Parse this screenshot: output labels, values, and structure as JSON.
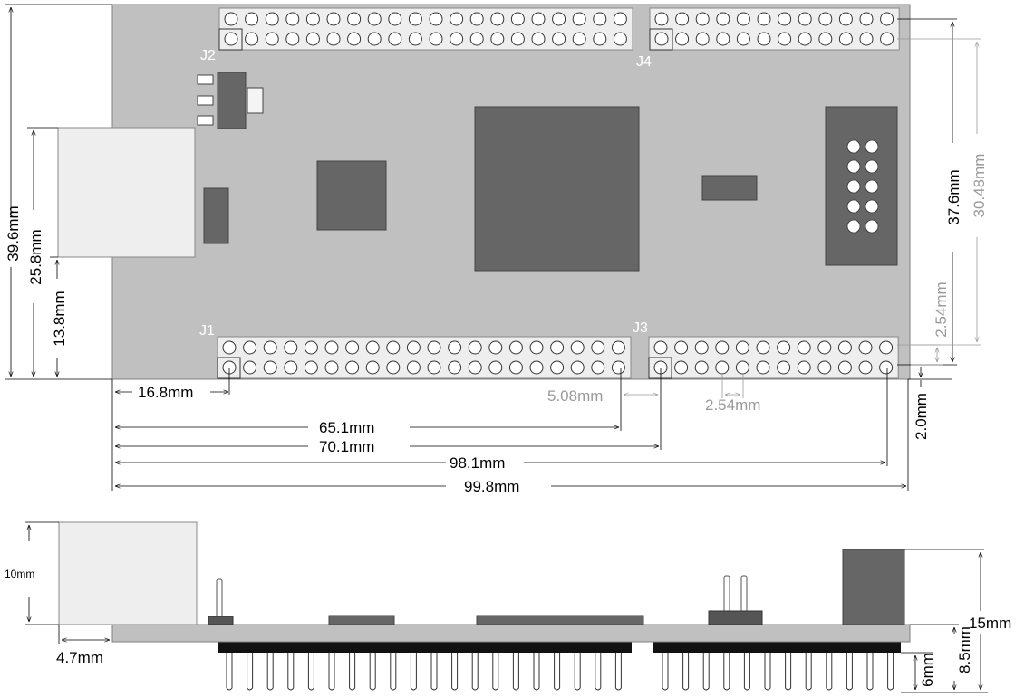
{
  "headers": {
    "j1": "J1",
    "j2": "J2",
    "j3": "J3",
    "j4": "J4"
  },
  "dimensions": {
    "board_height": "39.6mm",
    "usb_offset": "25.8mm",
    "usb_bottom": "13.8mm",
    "j1_x": "16.8mm",
    "j1_end": "65.1mm",
    "j3_start": "70.1mm",
    "j3_end": "98.1mm",
    "board_width": "99.8mm",
    "header_gap": "5.08mm",
    "pin_pitch": "2.54mm",
    "row_pitch": "2.54mm",
    "bottom_offset": "2.0mm",
    "j4_span": "37.6mm",
    "j3_j4_span": "30.48mm",
    "usb_height": "10mm",
    "usb_overhang": "4.7mm",
    "total_height": "15mm",
    "pin_length": "6mm",
    "pin_height": "8.5mm"
  },
  "colors": {
    "pcb": "#c0c0c0",
    "chip": "#666666",
    "header": "#eeeeee",
    "usb": "#eeeeee",
    "pin_black": "#111111",
    "dim_gray": "#9a9a9a"
  }
}
